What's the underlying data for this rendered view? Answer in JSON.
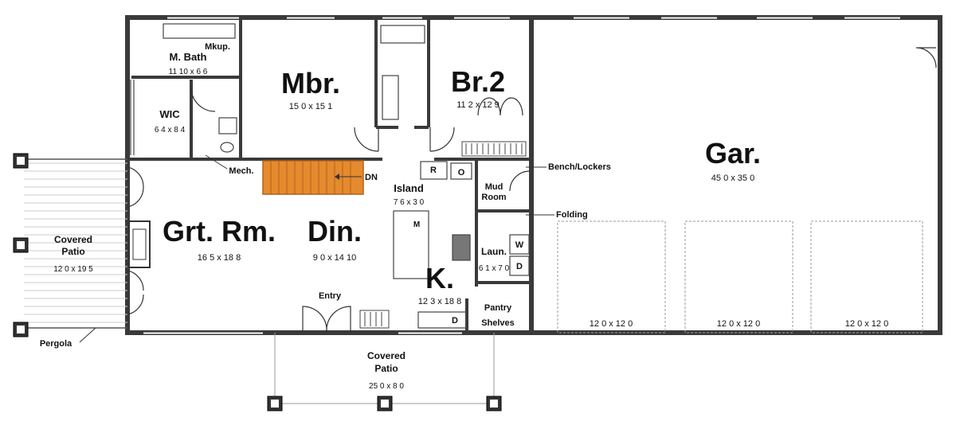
{
  "rooms": {
    "mbr": {
      "name": "Mbr.",
      "dim": "15 0 x 15 1"
    },
    "br2": {
      "name": "Br.2",
      "dim": "11 2 x 12 9"
    },
    "gar": {
      "name": "Gar.",
      "dim": "45 0 x 35 0"
    },
    "grt": {
      "name": "Grt. Rm.",
      "dim": "16 5 x 18 8"
    },
    "din": {
      "name": "Din.",
      "dim": "9 0 x 14 10"
    },
    "k": {
      "name": "K.",
      "dim": "12 3 x 18 8"
    },
    "mbath": {
      "name": "M. Bath",
      "dim": "11 10 x 6 6"
    },
    "wic": {
      "name": "WIC",
      "dim": "6 4 x 8 4"
    },
    "island": {
      "name": "Island",
      "dim": "7 6 x 3 0"
    },
    "laun": {
      "name": "Laun.",
      "dim": "6 1 x 7 0"
    },
    "patio_side": {
      "line1": "Covered",
      "line2": "Patio",
      "dim": "12 0 x 19 5"
    },
    "patio_front": {
      "line1": "Covered",
      "line2": "Patio",
      "dim": "25 0 x 8 0"
    }
  },
  "labels": {
    "mkup": "Mkup.",
    "mech": "Mech.",
    "dn": "DN",
    "bench": "Bench/Lockers",
    "mud1": "Mud",
    "mud2": "Room",
    "folding": "Folding",
    "entry": "Entry",
    "pantry": "Pantry",
    "shelves": "Shelves",
    "pergola": "Pergola",
    "r": "R",
    "o": "O",
    "m": "M",
    "w": "W",
    "d": "D",
    "d2": "D"
  },
  "garage_bays": [
    "12 0 x 12 0",
    "12 0 x 12 0",
    "12 0 x 12 0"
  ],
  "colors": {
    "wall": "#3a3a3a",
    "stair": "#e58a2e",
    "stair_line": "#b3601a"
  }
}
